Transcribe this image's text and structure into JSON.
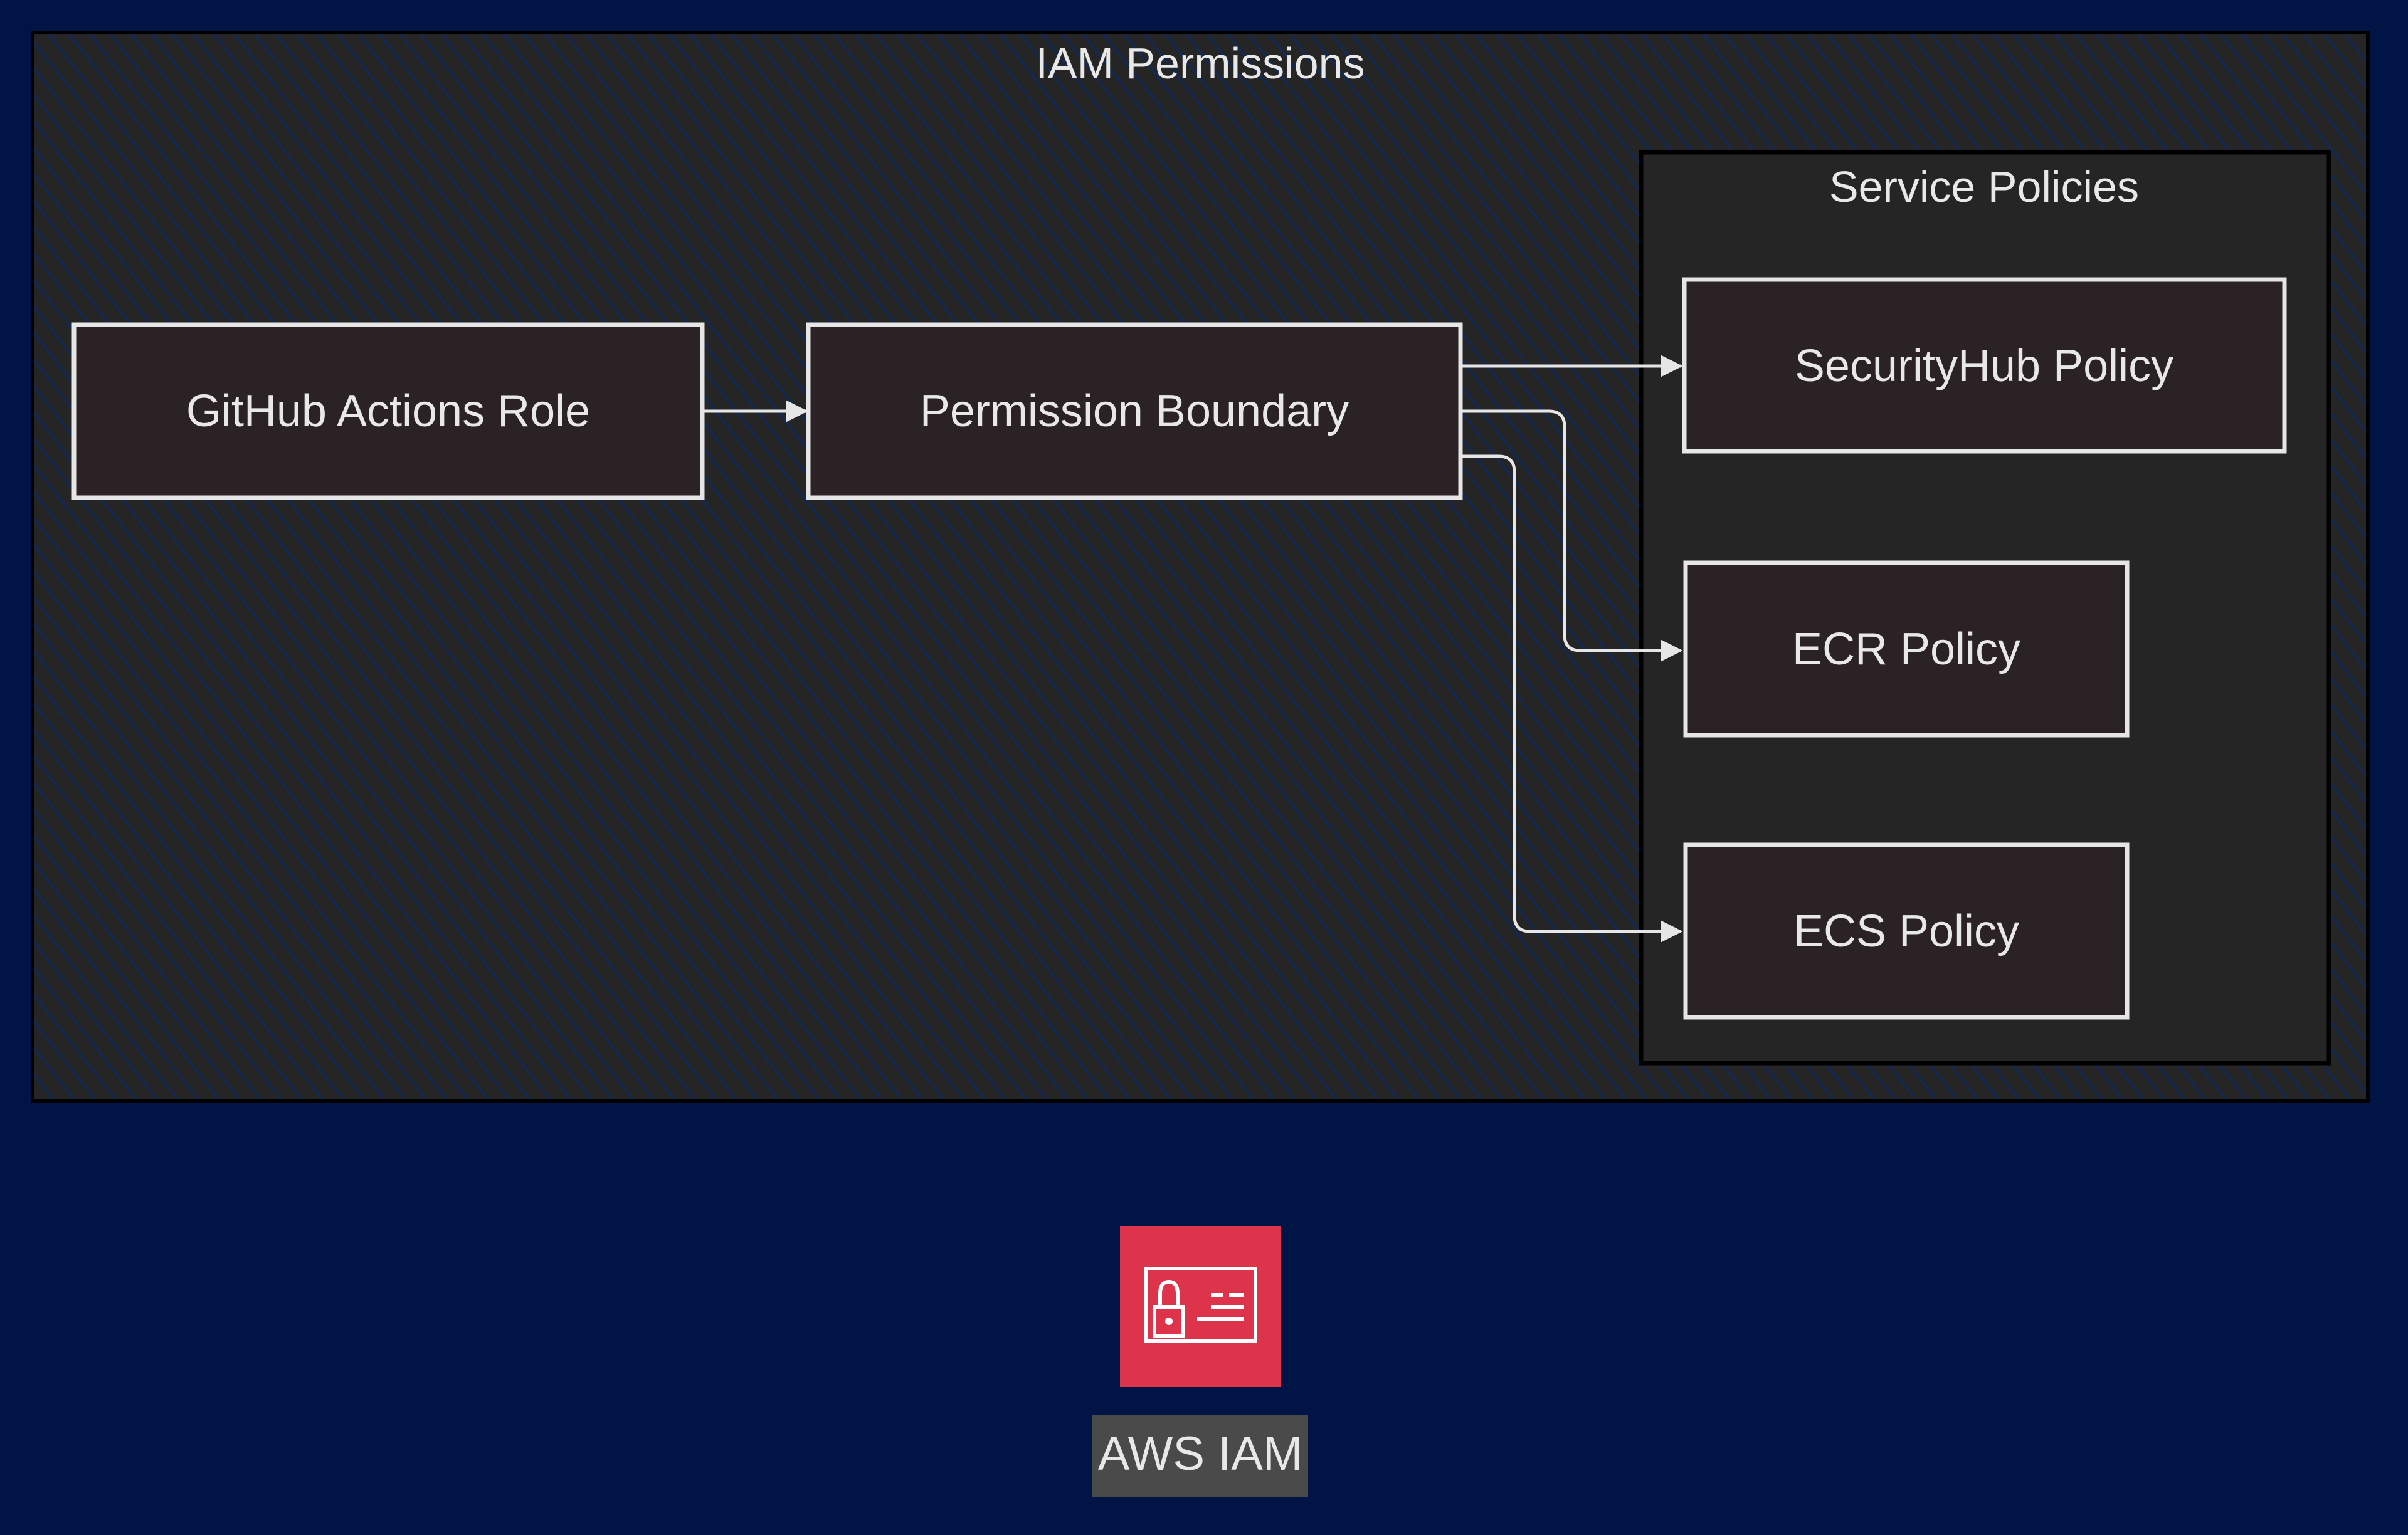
{
  "colors": {
    "background": "#001446",
    "node_fill": "#2a2224",
    "node_stroke": "#e6e6e6",
    "group_fill": "#252525",
    "hatch": "#0a2a6b",
    "edge": "#e6e6e6",
    "text": "#e8e8e8",
    "iam_icon_bg": "#dd344c",
    "iam_label_bg": "#4a4a4a"
  },
  "groups": {
    "outer": {
      "title": "IAM Permissions"
    },
    "inner": {
      "title": "Service Policies"
    }
  },
  "nodes": {
    "github_role": {
      "label": "GitHub Actions Role"
    },
    "permission_boundary": {
      "label": "Permission Boundary"
    },
    "securityhub_policy": {
      "label": "SecurityHub Policy"
    },
    "ecr_policy": {
      "label": "ECR Policy"
    },
    "ecs_policy": {
      "label": "ECS Policy"
    }
  },
  "edges": [
    {
      "from": "GitHub Actions Role",
      "to": "Permission Boundary"
    },
    {
      "from": "Permission Boundary",
      "to": "SecurityHub Policy"
    },
    {
      "from": "Permission Boundary",
      "to": "ECR Policy"
    },
    {
      "from": "Permission Boundary",
      "to": "ECS Policy"
    }
  ],
  "service": {
    "icon": "iam-permissions-icon",
    "label": "AWS IAM"
  }
}
